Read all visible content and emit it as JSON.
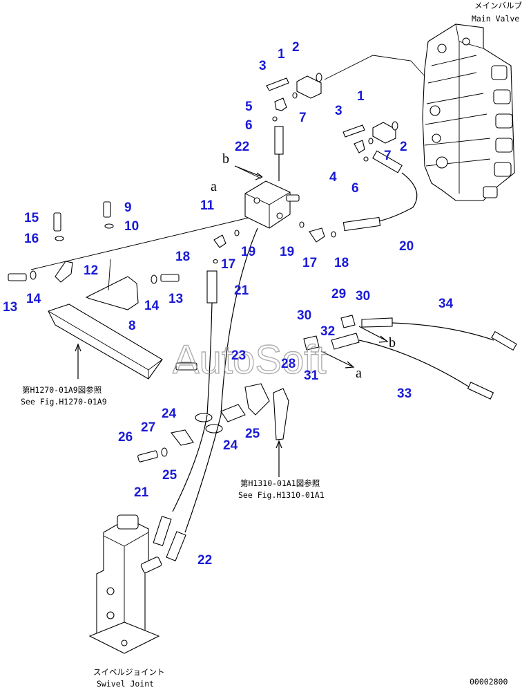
{
  "labels": {
    "main_valve_jp": "メインバルブ",
    "main_valve_en": "Main Valve",
    "swivel_joint_jp": "スイベルジョイント",
    "swivel_joint_en": "Swivel Joint",
    "ref1_jp": "第H1270-01A9図参照",
    "ref1_en": "See Fig.H1270-01A9",
    "ref2_jp": "第H1310-01A1図参照",
    "ref2_en": "See Fig.H1310-01A1",
    "figure_code": "00002800",
    "watermark": "AutoSoft"
  },
  "callouts": [
    {
      "id": "c1a",
      "text": "1"
    },
    {
      "id": "c2a",
      "text": "2"
    },
    {
      "id": "c3a",
      "text": "3"
    },
    {
      "id": "c5",
      "text": "5"
    },
    {
      "id": "c7a",
      "text": "7"
    },
    {
      "id": "c6a",
      "text": "6"
    },
    {
      "id": "c22a",
      "text": "22"
    },
    {
      "id": "c1b",
      "text": "1"
    },
    {
      "id": "c3b",
      "text": "3"
    },
    {
      "id": "c2b",
      "text": "2"
    },
    {
      "id": "c7b",
      "text": "7"
    },
    {
      "id": "c4",
      "text": "4"
    },
    {
      "id": "c6b",
      "text": "6"
    },
    {
      "id": "c11",
      "text": "11"
    },
    {
      "id": "c15",
      "text": "15"
    },
    {
      "id": "c9",
      "text": "9"
    },
    {
      "id": "c16",
      "text": "16"
    },
    {
      "id": "c10",
      "text": "10"
    },
    {
      "id": "c20",
      "text": "20"
    },
    {
      "id": "c18a",
      "text": "18"
    },
    {
      "id": "c17a",
      "text": "17"
    },
    {
      "id": "c19a",
      "text": "19"
    },
    {
      "id": "c19b",
      "text": "19"
    },
    {
      "id": "c17b",
      "text": "17"
    },
    {
      "id": "c18b",
      "text": "18"
    },
    {
      "id": "c12",
      "text": "12"
    },
    {
      "id": "c13a",
      "text": "13"
    },
    {
      "id": "c14a",
      "text": "14"
    },
    {
      "id": "c14b",
      "text": "14"
    },
    {
      "id": "c13b",
      "text": "13"
    },
    {
      "id": "c8",
      "text": "8"
    },
    {
      "id": "c21a",
      "text": "21"
    },
    {
      "id": "c34",
      "text": "34"
    },
    {
      "id": "c29",
      "text": "29"
    },
    {
      "id": "c30a",
      "text": "30"
    },
    {
      "id": "c30b",
      "text": "30"
    },
    {
      "id": "c32",
      "text": "32"
    },
    {
      "id": "c28",
      "text": "28"
    },
    {
      "id": "c31",
      "text": "31"
    },
    {
      "id": "c33",
      "text": "33"
    },
    {
      "id": "c23",
      "text": "23"
    },
    {
      "id": "c24a",
      "text": "24"
    },
    {
      "id": "c24b",
      "text": "24"
    },
    {
      "id": "c25a",
      "text": "25"
    },
    {
      "id": "c25b",
      "text": "25"
    },
    {
      "id": "c26",
      "text": "26"
    },
    {
      "id": "c27",
      "text": "27"
    },
    {
      "id": "c21b",
      "text": "21"
    },
    {
      "id": "c22b",
      "text": "22"
    }
  ],
  "letters": {
    "a_top": "a",
    "b_top": "b",
    "a_right": "a",
    "b_right": "b"
  },
  "colors": {
    "callout": "#1a1ad6",
    "line": "#000000"
  }
}
